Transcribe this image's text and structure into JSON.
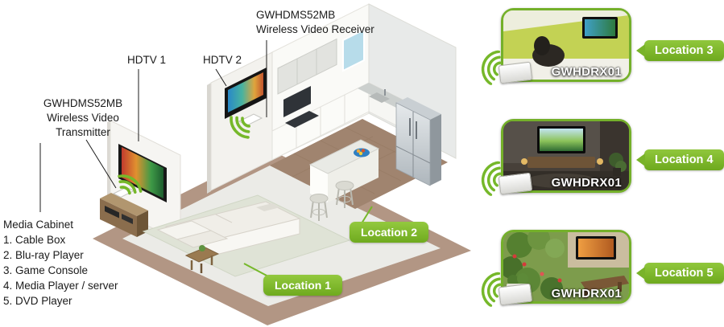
{
  "colors": {
    "accent_green": "#76b82a",
    "badge_green_light": "#93c93f",
    "badge_green_dark": "#6faa1e",
    "leader_line": "#1c1c1c",
    "floor_brown": "#b29684",
    "kitchen_tile": "#a0846f"
  },
  "diagram": {
    "receiver_label": {
      "line1": "GWHDMS52MB",
      "line2": "Wireless Video Receiver"
    },
    "hdtv1_label": "HDTV 1",
    "hdtv2_label": "HDTV 2",
    "transmitter_label": {
      "line1": "GWHDMS52MB",
      "line2": "Wireless Video",
      "line3": "Transmitter"
    },
    "media_cabinet": {
      "title": "Media Cabinet",
      "items": [
        "1. Cable Box",
        "2. Blu-ray Player",
        "3. Game Console",
        "4. Media Player / server",
        "5. DVD Player"
      ]
    },
    "floor_badges": [
      {
        "label": "Location 1"
      },
      {
        "label": "Location 2"
      }
    ]
  },
  "receiver_cards": [
    {
      "location": "Location 3",
      "device": "GWHDRX01"
    },
    {
      "location": "Location 4",
      "device": "GWHDRX01"
    },
    {
      "location": "Location 5",
      "device": "GWHDRX01"
    }
  ],
  "icons": {
    "wifi": "wifi-signal-icon"
  }
}
